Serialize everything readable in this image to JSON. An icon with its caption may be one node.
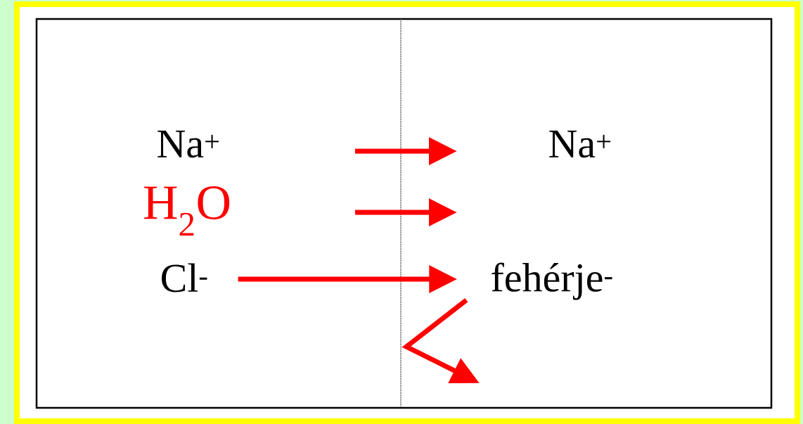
{
  "diagram": {
    "nodes": [
      {
        "text": [
          "Na$^{+}$"
        ]
      },
      {
        "text": [
          "H$_{2}$O"
        ]
      },
      {
        "text": [
          "Cl$^{-}$"
        ]
      },
      {
        "text": [
          "Na$^{+}$"
        ]
      },
      {
        "text": [
          "fehérje$^{-}$"
        ]
      }
    ],
    "edges": [
      {
        "from": 2,
        "to": 4,
        "arrow": "to"
      },
      {
        "from": 4,
        "to": null,
        "arrow": "to"
      }
    ]
  }
}
